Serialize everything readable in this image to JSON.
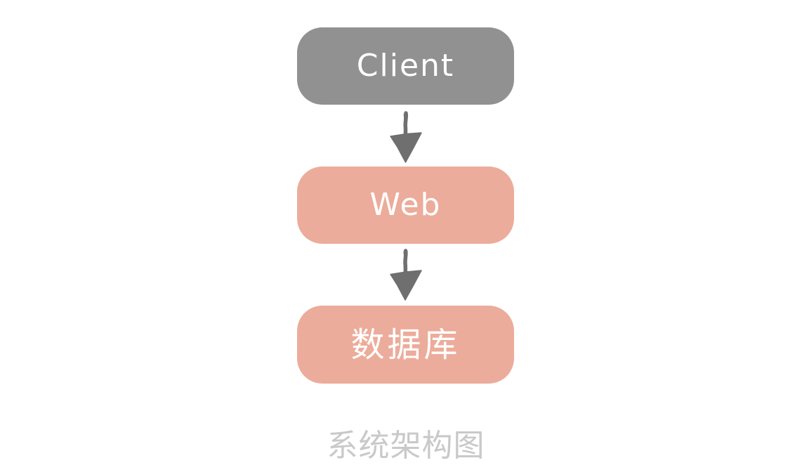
{
  "diagram": {
    "caption": "系统架构图",
    "nodes": [
      {
        "id": "client",
        "label": "Client",
        "fill": "#919191",
        "text_color": "#FFFFFF",
        "shape": "rounded-rectangle"
      },
      {
        "id": "web",
        "label": "Web",
        "fill": "#ECAC9B",
        "text_color": "#FFFFFF",
        "shape": "rounded-rectangle"
      },
      {
        "id": "database",
        "label": "数据库",
        "fill": "#ECAC9B",
        "text_color": "#FFFFFF",
        "shape": "rounded-rectangle"
      }
    ],
    "edges": [
      {
        "from": "client",
        "to": "web",
        "direction": "down",
        "style": "sketchy-solid-arrow"
      },
      {
        "from": "web",
        "to": "database",
        "direction": "down",
        "style": "sketchy-solid-arrow"
      }
    ],
    "colors": {
      "background": "#FFFFFF",
      "node_gray": "#919191",
      "node_salmon": "#ECAC9B",
      "node_text": "#FFFFFF",
      "arrow": "#6F6F6F",
      "caption_text": "#C9C9C9"
    }
  }
}
